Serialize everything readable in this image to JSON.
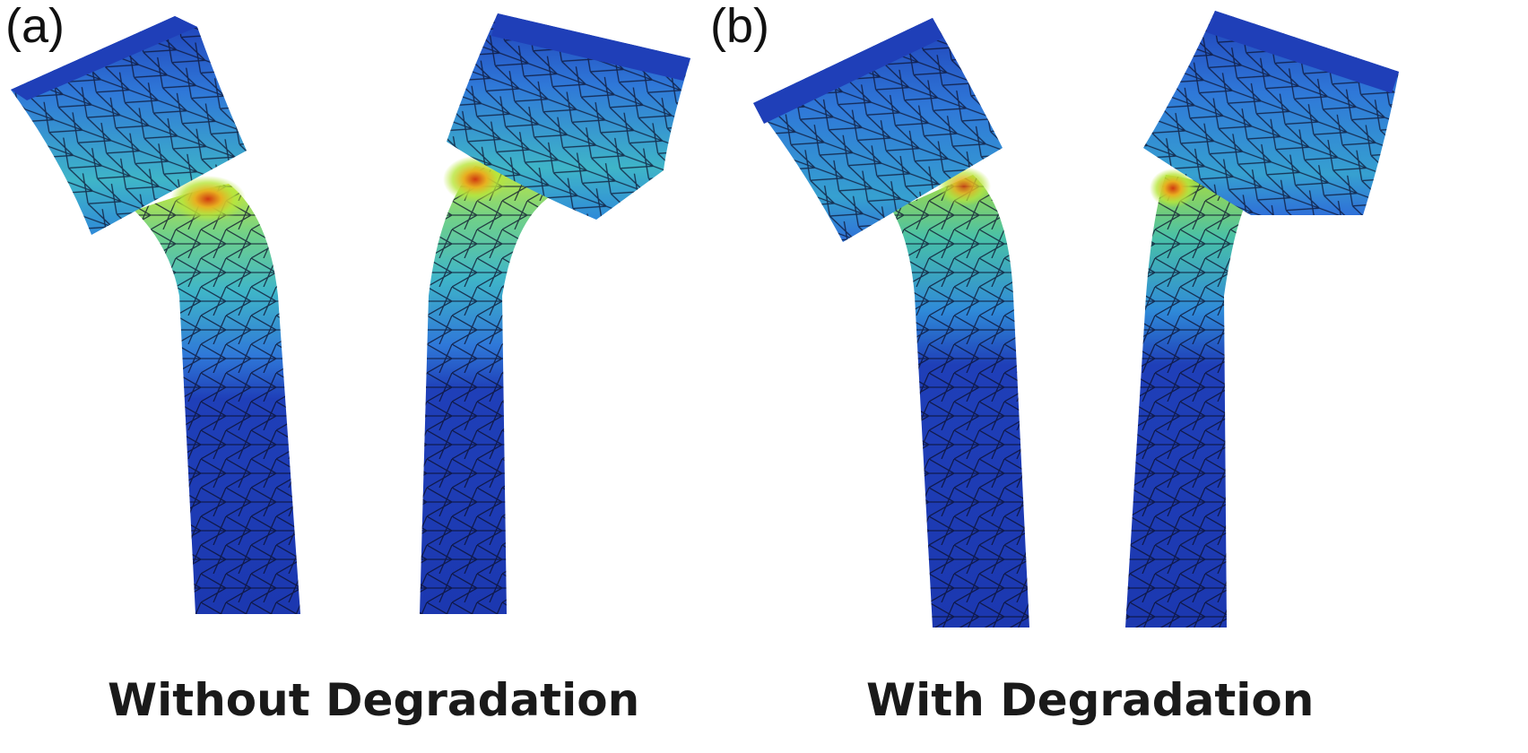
{
  "panels": [
    {
      "label": "(a)",
      "caption": "Without Degradation"
    },
    {
      "label": "(b)",
      "caption": "With Degradation"
    }
  ],
  "colors": {
    "background": "#ffffff",
    "stress_low": "#1f3fb8",
    "stress_mid_low": "#2f78d8",
    "stress_mid": "#3fb5c8",
    "stress_high": "#b8e63a",
    "stress_peak": "#e8b020",
    "stress_max": "#d03a10",
    "mesh_line": "#0a0f2a"
  }
}
